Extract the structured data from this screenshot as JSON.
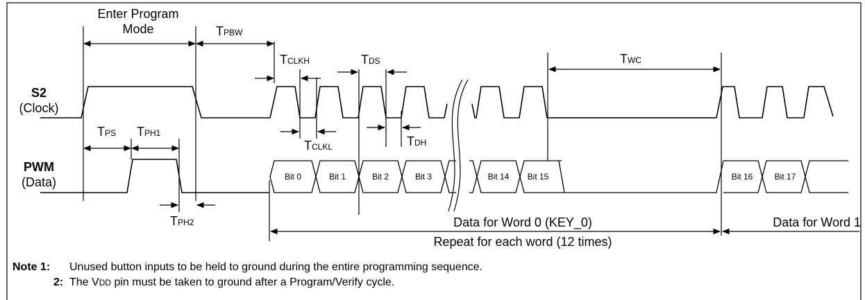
{
  "signals": {
    "s2_name": "S2",
    "s2_desc": "(Clock)",
    "pwm_name": "PWM",
    "pwm_desc": "(Data)"
  },
  "timing": {
    "enter_program_line1": "Enter Program",
    "enter_program_line2": "Mode",
    "tpbw_T": "T",
    "tpbw_sub": "PBW",
    "tclkh_T": "T",
    "tclkh_sub": "CLKH",
    "tds_T": "T",
    "tds_sub": "DS",
    "twc_T": "T",
    "twc_sub": "WC",
    "tps_T": "T",
    "tps_sub": "PS",
    "tph1_T": "T",
    "tph1_sub": "PH1",
    "tclkl_T": "T",
    "tclkl_sub": "CLKL",
    "tdh_T": "T",
    "tdh_sub": "DH",
    "tph2_T": "T",
    "tph2_sub": "PH2"
  },
  "bits": [
    "Bit 0",
    "Bit 1",
    "Bit 2",
    "Bit 3",
    "Bit 14",
    "Bit 15",
    "Bit 16",
    "Bit 17"
  ],
  "ranges": {
    "word0": "Data for Word 0 (KEY_0)",
    "word1": "Data for Word 1",
    "repeat": "Repeat for each word (12 times)"
  },
  "notes": {
    "note1_label": "Note 1:",
    "note1_text": "Unused button inputs to be held to ground during the entire programming sequence.",
    "note2_label": "2:",
    "note2_pre": "The V",
    "note2_sub": "DD",
    "note2_post": " pin must be taken to ground after a Program/Verify cycle."
  }
}
